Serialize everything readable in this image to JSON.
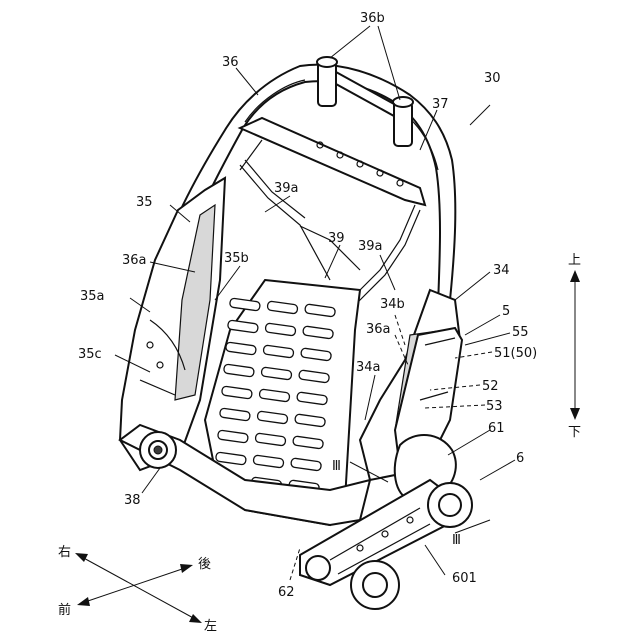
{
  "figure": {
    "labels": {
      "l36b": "36b",
      "l36": "36",
      "l30": "30",
      "l37": "37",
      "l39a_top": "39a",
      "l35": "35",
      "l39": "39",
      "l39a_mid": "39a",
      "l36a_left": "36a",
      "l35b": "35b",
      "l34": "34",
      "l35a": "35a",
      "l34b": "34b",
      "l5": "5",
      "l36a_right": "36a",
      "l55": "55",
      "l35c": "35c",
      "l51": "51(50)",
      "l34a": "34a",
      "l52": "52",
      "l53": "53",
      "l61": "61",
      "l6": "6",
      "l38": "38",
      "l3_left": "Ⅲ",
      "l3_right": "Ⅲ",
      "l601": "601",
      "l62": "62"
    },
    "directions": {
      "up": "上",
      "down": "下",
      "right": "右",
      "rear": "後",
      "front": "前",
      "left": "左"
    }
  }
}
